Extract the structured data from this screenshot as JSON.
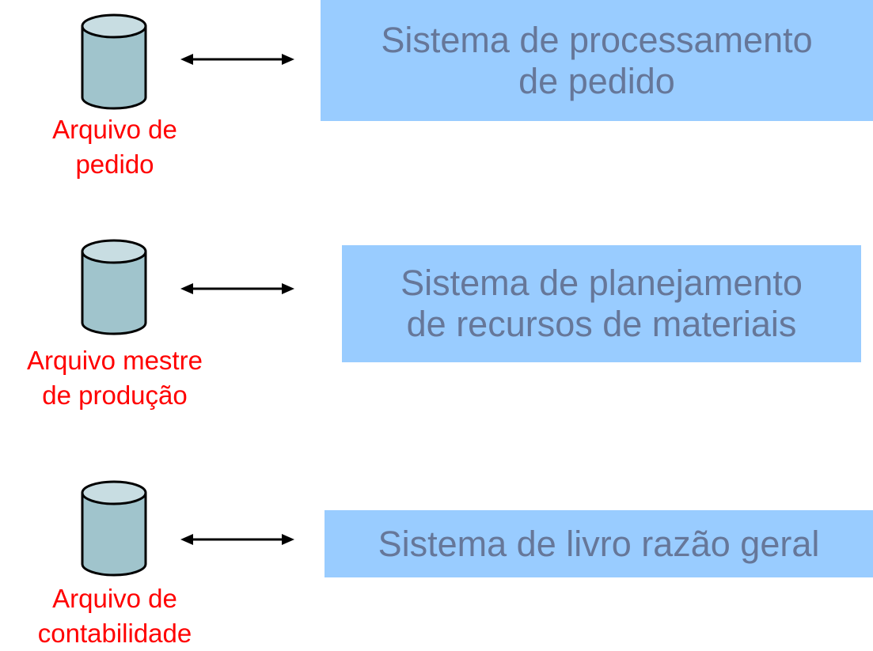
{
  "colors": {
    "system_box_fill": "#99ccff",
    "system_text": "#667799",
    "file_label_text": "#ff0000",
    "cylinder_fill": "#a0c4cc",
    "cylinder_top": "#c8dde2",
    "arrow": "#000000"
  },
  "rows": [
    {
      "file_label": "Arquivo de\npedido",
      "system_label": "Sistema de processamento\nde pedido"
    },
    {
      "file_label": "Arquivo mestre\nde produção",
      "system_label": "Sistema de planejamento\nde recursos de materiais"
    },
    {
      "file_label": "Arquivo de\ncontabilidade",
      "system_label": "Sistema de livro razão geral"
    }
  ]
}
